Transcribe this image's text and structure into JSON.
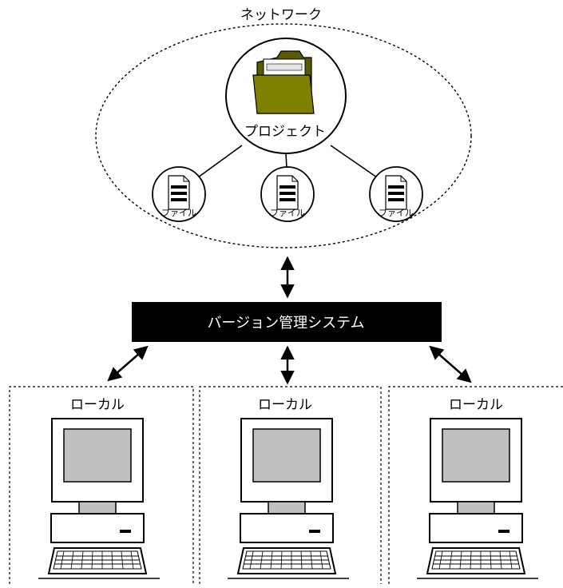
{
  "network": {
    "label": "ネットワーク"
  },
  "project": {
    "label": "プロジェクト"
  },
  "files": [
    {
      "label": "ファイル"
    },
    {
      "label": "ファイル"
    },
    {
      "label": "ファイル"
    }
  ],
  "vcs": {
    "label": "バージョン管理システム"
  },
  "locals": [
    {
      "label": "ローカル"
    },
    {
      "label": "ローカル"
    },
    {
      "label": "ローカル"
    }
  ],
  "colors": {
    "folder": "#808000",
    "vcs_box": "#000000",
    "vcs_text": "#ffffff",
    "screen": "#c0c0c0",
    "line": "#000000"
  }
}
